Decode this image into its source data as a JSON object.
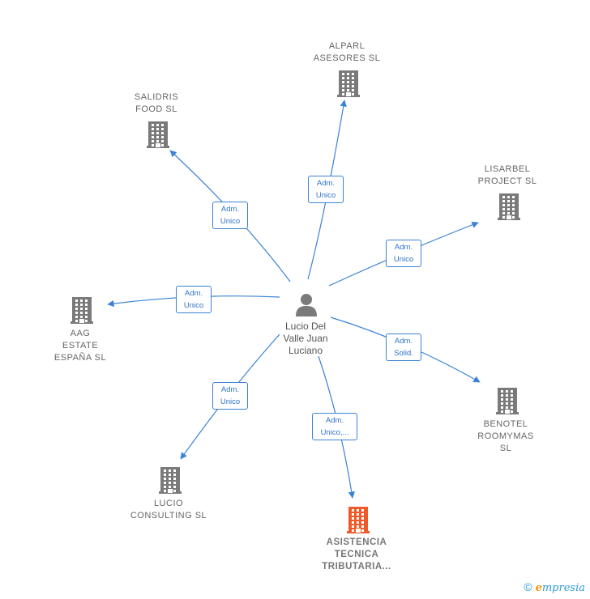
{
  "colors": {
    "edge": "#3b82d6",
    "node": "#7a7a7a",
    "highlight": "#f05a28"
  },
  "center": {
    "label": "Lucio Del\nValle Juan\nLuciano",
    "icon": "person-icon"
  },
  "nodes": [
    {
      "id": "alparl",
      "label": "ALPARL\nASESORES  SL",
      "icon": "building-icon",
      "highlight": false
    },
    {
      "id": "salidris",
      "label": "SALIDRIS\nFOOD  SL",
      "icon": "building-icon",
      "highlight": false
    },
    {
      "id": "lisarbel",
      "label": "LISARBEL\nPROJECT  SL",
      "icon": "building-icon",
      "highlight": false
    },
    {
      "id": "aag",
      "label": "AAG\nESTATE\nESPAÑA  SL",
      "icon": "building-icon",
      "highlight": false
    },
    {
      "id": "benotel",
      "label": "BENOTEL\nROOMYMAS\nSL",
      "icon": "building-icon",
      "highlight": false
    },
    {
      "id": "lucio",
      "label": "LUCIO\nCONSULTING SL",
      "icon": "building-icon",
      "highlight": false
    },
    {
      "id": "asistencia",
      "label": "ASISTENCIA\nTECNICA\nTRIBUTARIA...",
      "icon": "building-icon",
      "highlight": true
    }
  ],
  "edges": [
    {
      "to": "alparl",
      "label": "Adm.\nUnico"
    },
    {
      "to": "salidris",
      "label": "Adm.\nUnico"
    },
    {
      "to": "lisarbel",
      "label": "Adm.\nUnico"
    },
    {
      "to": "aag",
      "label": "Adm.\nUnico"
    },
    {
      "to": "benotel",
      "label": "Adm.\nSolid."
    },
    {
      "to": "lucio",
      "label": "Adm.\nUnico"
    },
    {
      "to": "asistencia",
      "label": "Adm.\nUnico,..."
    }
  ],
  "footer": {
    "copyright": "©",
    "brand_initial": "e",
    "brand_rest": "mpresia"
  }
}
